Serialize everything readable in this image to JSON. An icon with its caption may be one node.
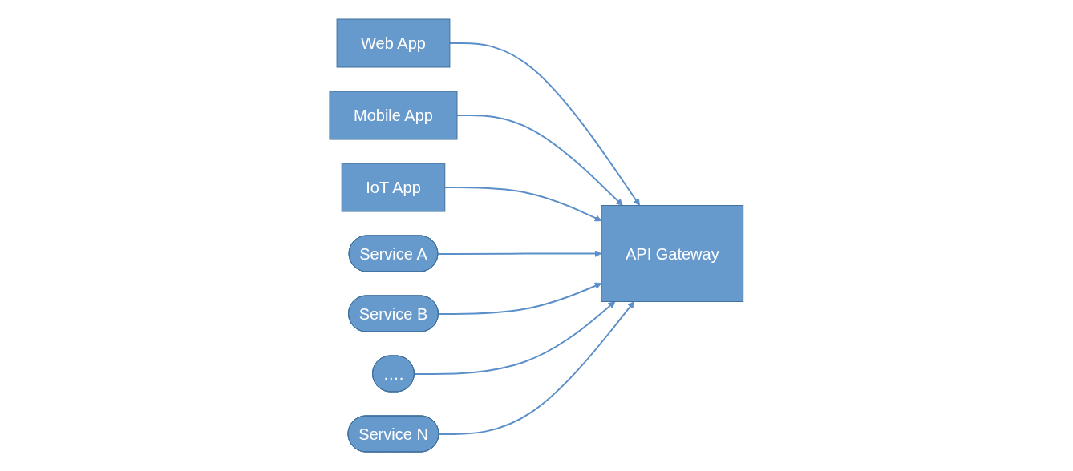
{
  "diagram": {
    "nodes": [
      {
        "text": [
          "Web App"
        ]
      },
      {
        "text": [
          "Mobile App"
        ]
      },
      {
        "text": [
          "IoT App"
        ]
      },
      {
        "text": [
          "API Gateway"
        ]
      },
      {
        "text": [
          "Service A"
        ]
      },
      {
        "text": [
          "Service B"
        ]
      },
      {
        "text": [
          "…."
        ]
      },
      {
        "text": [
          "Service N"
        ]
      }
    ],
    "edges": [
      {
        "from": 0,
        "to": 3,
        "arrow": "to"
      },
      {
        "from": 1,
        "to": 3,
        "arrow": "to"
      },
      {
        "from": 2,
        "to": 3,
        "arrow": "to"
      },
      {
        "from": 4,
        "to": 3,
        "arrow": "to"
      },
      {
        "from": 5,
        "to": 3,
        "arrow": "to"
      },
      {
        "from": 6,
        "to": 3,
        "arrow": "to"
      },
      {
        "from": 7,
        "to": 3,
        "arrow": "to"
      }
    ]
  }
}
